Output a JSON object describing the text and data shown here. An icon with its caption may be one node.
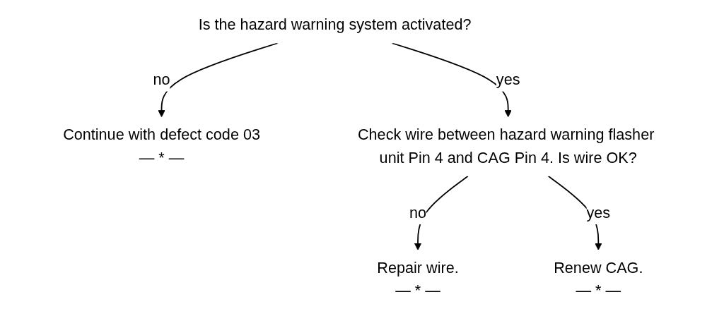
{
  "diagram": {
    "nodes": [
      {
        "text": [
          "Is the hazard warning system activated?"
        ]
      },
      {
        "text": [
          "Continue with defect code 03",
          "— * —"
        ]
      },
      {
        "text": [
          "Check wire between hazard warning flasher unit Pin 4 and CAG Pin 4. Is wire OK?"
        ]
      },
      {
        "text": [
          "Repair wire.",
          "— * —"
        ]
      },
      {
        "text": [
          "Renew CAG.",
          "— * —"
        ]
      }
    ],
    "edges": [
      {
        "from": 0,
        "to": 1,
        "label": "no",
        "arrow": "to"
      },
      {
        "from": 0,
        "to": 2,
        "label": "yes",
        "arrow": "to"
      },
      {
        "from": 2,
        "to": 3,
        "label": "no",
        "arrow": "to"
      },
      {
        "from": 2,
        "to": 4,
        "label": "yes",
        "arrow": "to"
      }
    ]
  }
}
